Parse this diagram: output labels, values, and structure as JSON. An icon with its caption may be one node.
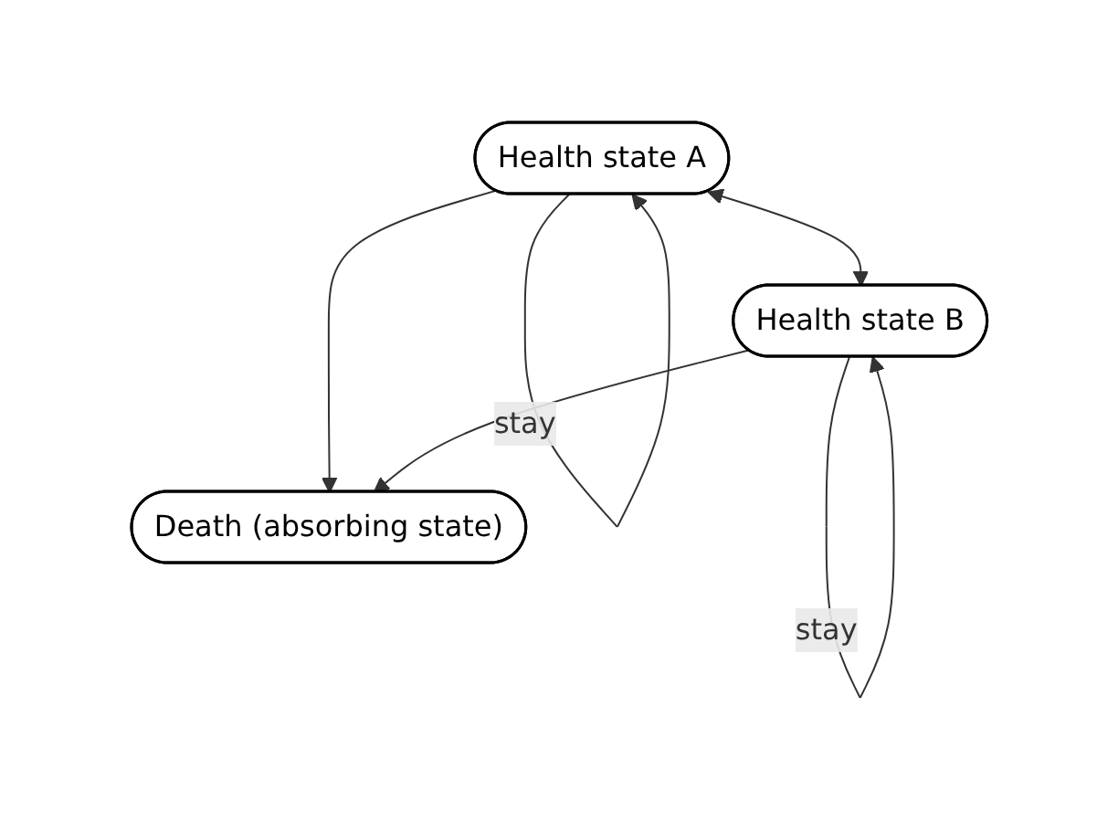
{
  "diagram": {
    "nodes": [
      {
        "text": [
          "Health state A"
        ]
      },
      {
        "text": [
          "Health state B"
        ]
      },
      {
        "text": [
          "Death (absorbing state)"
        ]
      }
    ],
    "edges": [
      {
        "from": 0,
        "to": 0,
        "label": "stay",
        "arrow": "to"
      },
      {
        "from": 1,
        "to": 1,
        "label": "stay",
        "arrow": "to"
      },
      {
        "from": 0,
        "to": 1,
        "arrow": "both"
      },
      {
        "from": 0,
        "to": 2,
        "arrow": "to"
      },
      {
        "from": 1,
        "to": 2,
        "arrow": "to"
      }
    ]
  }
}
